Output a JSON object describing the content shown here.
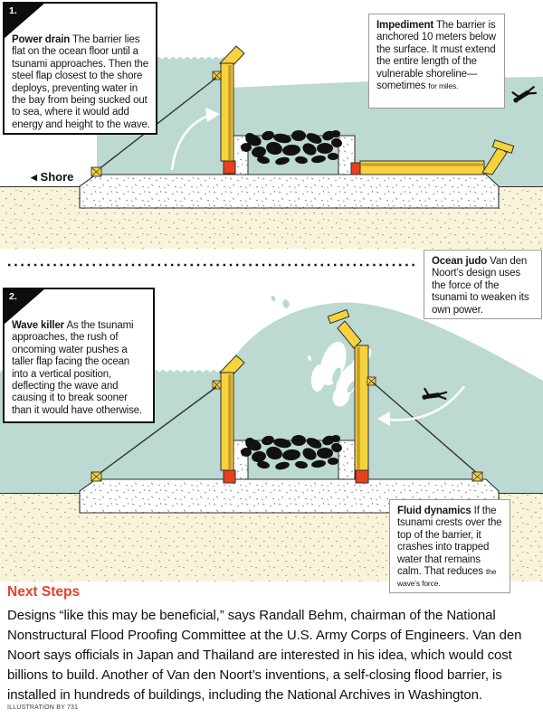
{
  "page": {
    "credit": "ILLUSTRATION BY 731"
  },
  "colors": {
    "water_teal": "#bcd9d2",
    "sand": "#f8f4da",
    "flap_yellow": "#f6d23d",
    "hinge_red": "#e8401f",
    "accent_red": "#e8402a",
    "rock_black": "#111111"
  },
  "panel1": {
    "number": "1.",
    "shore_arrow": "◀",
    "shore_label": "Shore",
    "callout_power_drain": {
      "lead": "Power drain",
      "body": "The barrier lies flat on the ocean floor until a tsunami approaches. Then the steel flap closest to the shore deploys, preventing water in the bay from being sucked out to sea, where it would add energy and height to the wave."
    },
    "callout_impediment": {
      "lead": "Impediment",
      "body": "The barrier is anchored 10 meters below the surface. It must extend the entire length of the vulnerable shoreline—sometimes ",
      "body_small": "for miles."
    }
  },
  "panel2": {
    "number": "2.",
    "callout_wave_killer": {
      "lead": "Wave killer",
      "body": "As the tsunami approaches, the rush of oncoming water pushes a taller flap facing the ocean into a vertical position, deflecting the wave and causing it to break sooner than it would have otherwise."
    },
    "callout_ocean_judo": {
      "lead": "Ocean judo",
      "body": "Van den Noort’s design uses the force of the tsunami to weaken its own power."
    },
    "callout_fluid_dynamics": {
      "lead": "Fluid dynamics",
      "body": "If the tsunami crests over the top of the barrier, it crashes into trapped water that remains calm. That reduces ",
      "body_small": "the wave’s force."
    }
  },
  "next_steps": {
    "heading": "Next Steps",
    "body": "Designs “like this may be beneficial,” says Randall Behm, chairman of the National Nonstructural Flood Proofing Committee at the U.S. Army Corps of Engineers. Van den Noort says officials in Japan and Thailand are interested in his idea, which would cost billions to build. Another of Van den Noort’s inventions, a self-closing flood barrier, is installed in hundreds of buildings, including the National Archives in Washington."
  }
}
